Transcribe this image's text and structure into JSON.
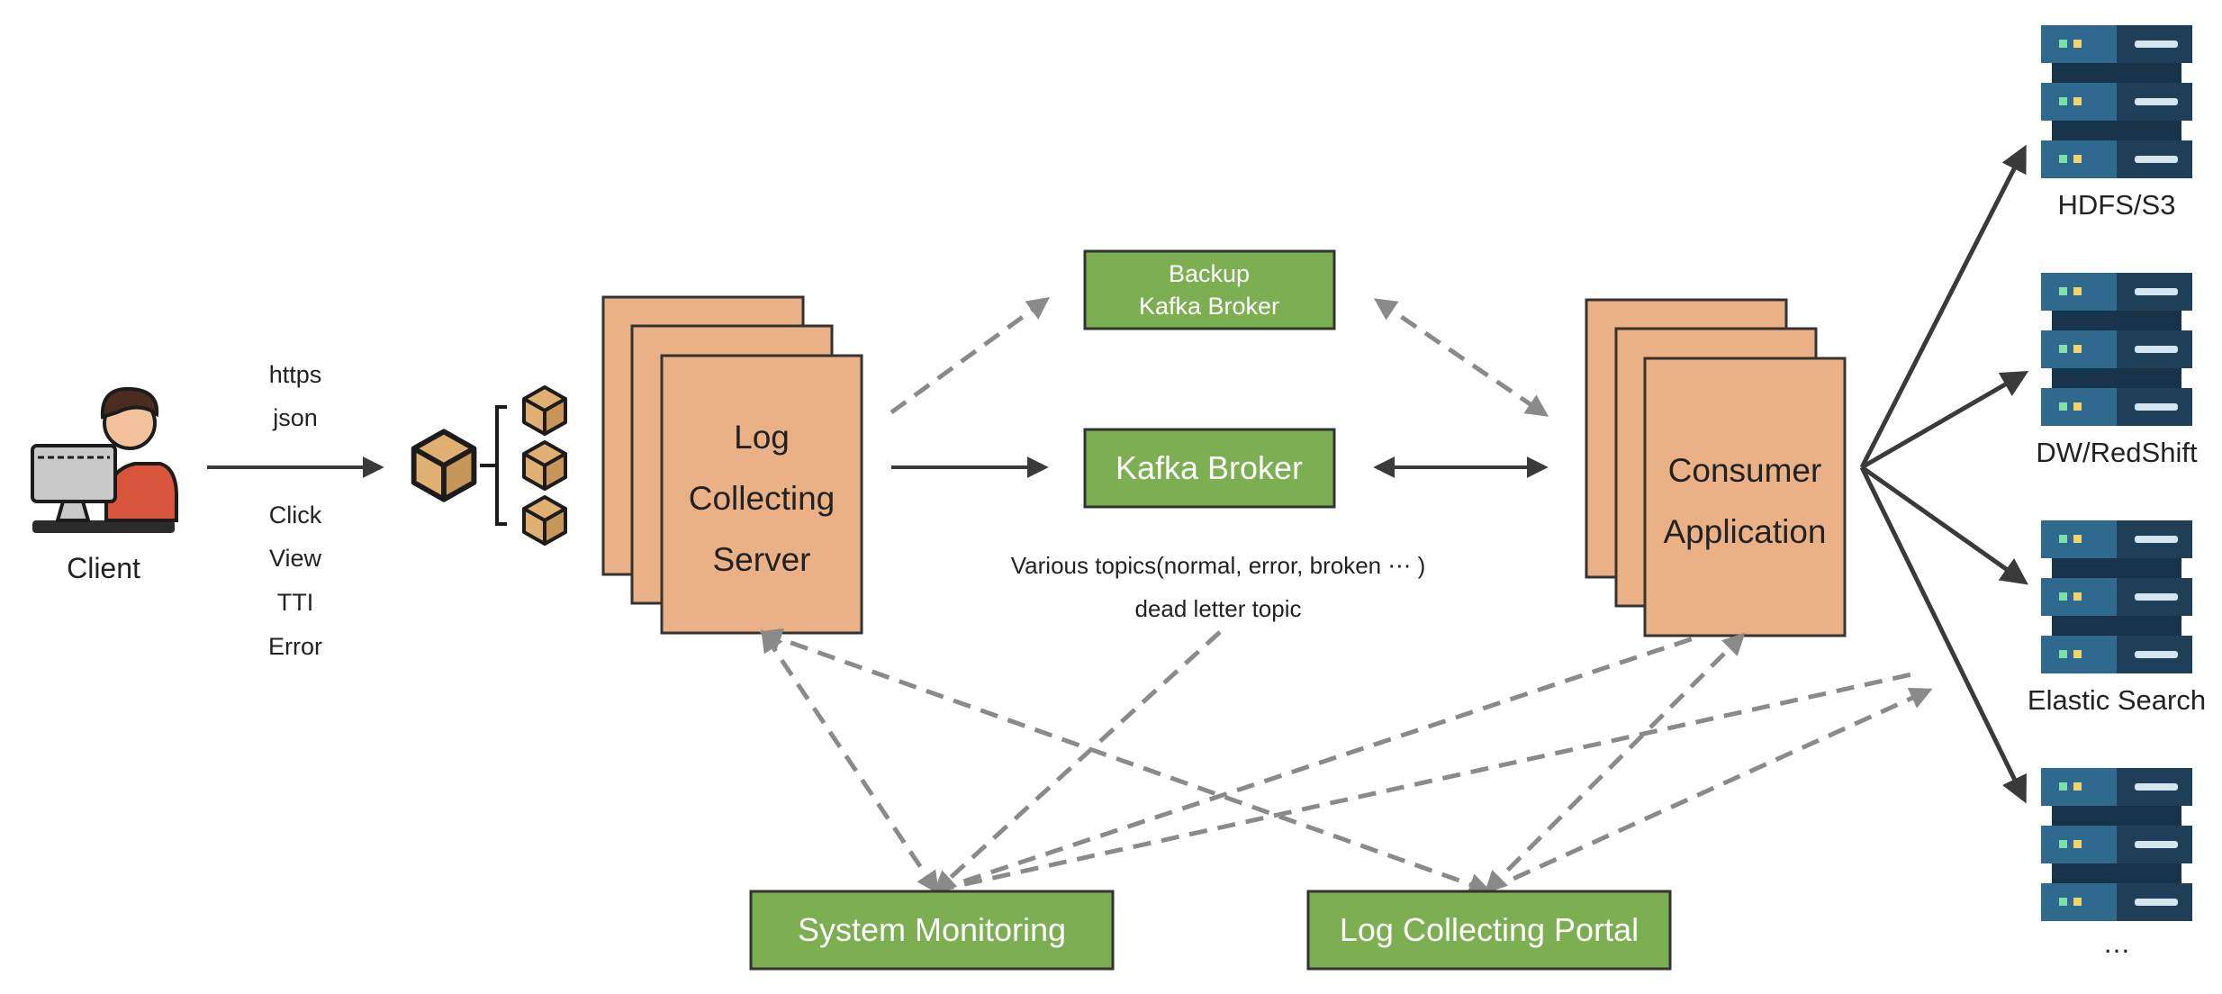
{
  "client": {
    "label": "Client"
  },
  "protocol_labels": [
    "https",
    "json"
  ],
  "event_labels": [
    "Click",
    "View",
    "TTI",
    "Error"
  ],
  "log_server": {
    "lines": [
      "Log",
      "Collecting",
      "Server"
    ]
  },
  "backup_broker": {
    "lines": [
      "Backup",
      "Kafka Broker"
    ]
  },
  "kafka_broker": {
    "label": "Kafka Broker"
  },
  "topics": {
    "line1": "Various topics(normal, error, broken ⋯ )",
    "line2": "dead letter topic"
  },
  "consumer": {
    "lines": [
      "Consumer",
      "Application"
    ]
  },
  "monitoring": {
    "label": "System Monitoring"
  },
  "portal": {
    "label": "Log Collecting Portal"
  },
  "storages": [
    "HDFS/S3",
    "DW/RedShift",
    "Elastic Search",
    "…"
  ],
  "colors": {
    "green": "#7caf51",
    "peach": "#eab187",
    "arrow": "#3a3a3a",
    "dashed": "#8a8a8a",
    "server_dark": "#1f3f58",
    "server_mid": "#2f6a8e"
  }
}
